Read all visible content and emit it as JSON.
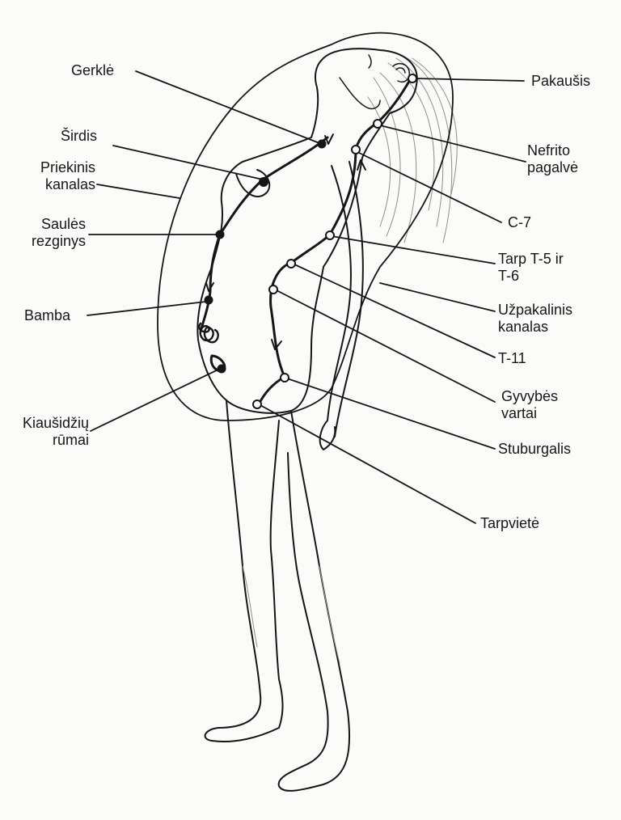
{
  "colors": {
    "ink": "#161616",
    "shade": "#b9b9b6",
    "paper": "#fbfbfa"
  },
  "labels": {
    "gerkle": [
      "Gerklė"
    ],
    "sirdis": [
      "Širdis"
    ],
    "priekinis_kanalas": [
      "Priekinis",
      "kanalas"
    ],
    "saules_rezginys": [
      "Saulės",
      "rezginys"
    ],
    "bamba": [
      "Bamba"
    ],
    "kiausidziu_rumai": [
      "Kiaušidžių",
      "rūmai"
    ],
    "pakausis": [
      "Pakaušis"
    ],
    "nefrito_pagalve": [
      "Nefrito",
      "pagalvė"
    ],
    "c7": [
      "C-7"
    ],
    "tarp_t5_t6": [
      "Tarp T-5 ir",
      "T-6"
    ],
    "uzpakalinis_kanalas": [
      "Užpakalinis",
      "kanalas"
    ],
    "t11": [
      "T-11"
    ],
    "gyvybes_vartai": [
      "Gyvybės",
      "vartai"
    ],
    "stuburgalis": [
      "Stuburgalis"
    ],
    "tarpviete": [
      "Tarpvietė"
    ]
  }
}
